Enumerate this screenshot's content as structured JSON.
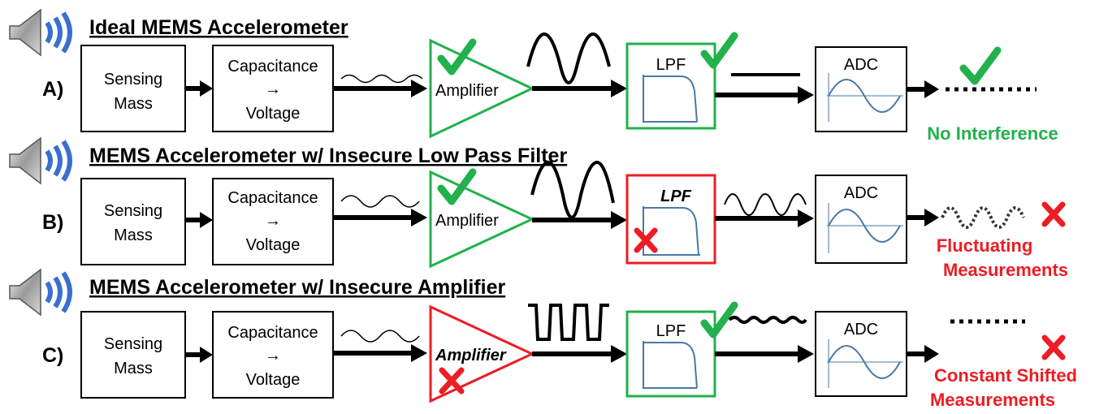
{
  "rows": [
    {
      "title": "Ideal MEMS Accelerometer",
      "label": "A)",
      "sensing": [
        "Sensing",
        "Mass"
      ],
      "cap": [
        "Capacitance",
        "→",
        "Voltage"
      ],
      "amp_label": "Amplifier",
      "lpf_label": "LPF",
      "adc_label": "ADC",
      "result": [
        "No Interference"
      ]
    },
    {
      "title": "MEMS Accelerometer w/ Insecure Low Pass Filter",
      "label": "B)",
      "sensing": [
        "Sensing",
        "Mass"
      ],
      "cap": [
        "Capacitance",
        "→",
        "Voltage"
      ],
      "amp_label": "Amplifier",
      "lpf_label": "LPF",
      "adc_label": "ADC",
      "result": [
        "Fluctuating",
        "Measurements"
      ]
    },
    {
      "title": "MEMS Accelerometer w/ Insecure Amplifier",
      "label": "C)",
      "sensing": [
        "Sensing",
        "Mass"
      ],
      "cap": [
        "Capacitance",
        "→",
        "Voltage"
      ],
      "amp_label": "Amplifier",
      "lpf_label": "LPF",
      "adc_label": "ADC",
      "result": [
        "Constant Shifted",
        "Measurements"
      ]
    }
  ],
  "colors": {
    "secure": "#22b14c",
    "insecure": "#ee1c24",
    "ink": "#000000",
    "plot": "#4a78a8",
    "speaker_wave": "#3a6fd0"
  },
  "icons": [
    "speaker-icon",
    "checkmark-icon",
    "cross-icon"
  ]
}
